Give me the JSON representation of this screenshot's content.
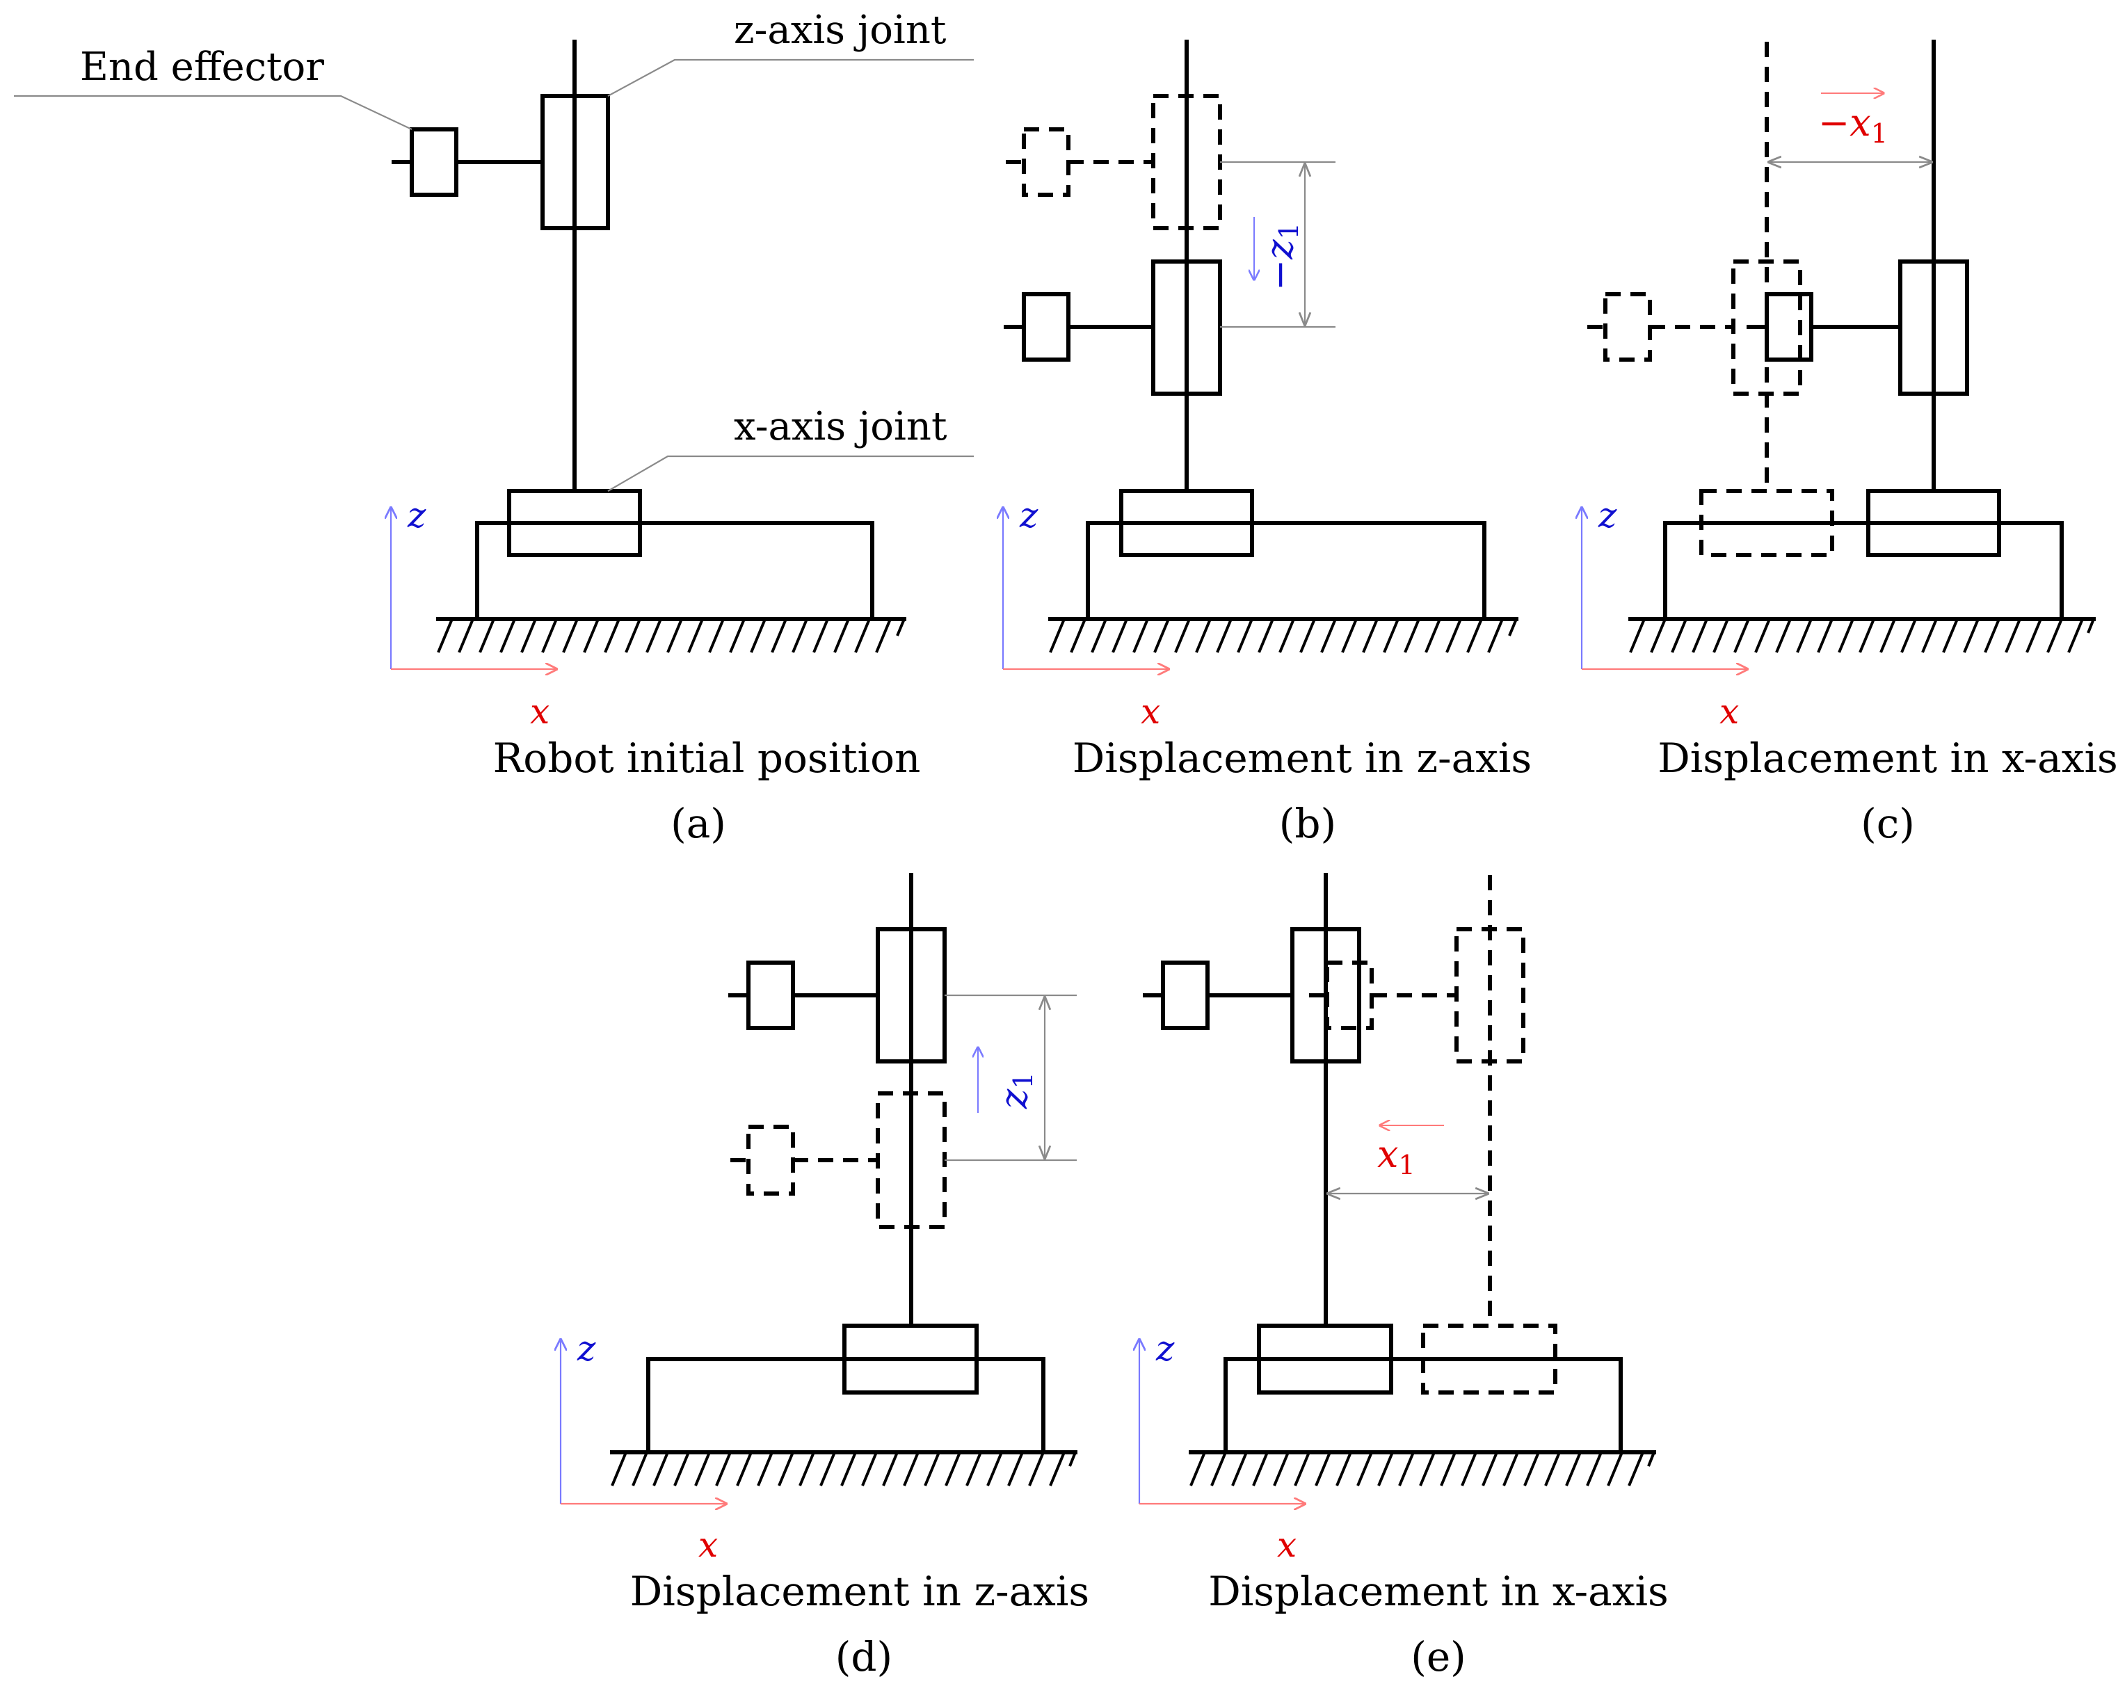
{
  "colors": {
    "x_axis": "#ff7a7a",
    "z_axis": "#7a7aff",
    "x_label": "#e00000",
    "z_label": "#1010d0",
    "dimension": "#8a8a8a"
  },
  "axis_labels": {
    "x": "x",
    "z": "z"
  },
  "annotations": {
    "end_effector": "End effector",
    "z_axis_joint": "z-axis joint",
    "x_axis_joint": "x-axis joint"
  },
  "panels": [
    {
      "id": "a",
      "caption": "Robot initial position",
      "tag": "(a)"
    },
    {
      "id": "b",
      "caption": "Displacement in z-axis",
      "tag": "(b)",
      "displacement": {
        "sign": "−",
        "var": "z",
        "sub": "1"
      }
    },
    {
      "id": "c",
      "caption": "Displacement in x-axis",
      "tag": "(c)",
      "displacement": {
        "sign": "−",
        "var": "x",
        "sub": "1"
      }
    },
    {
      "id": "d",
      "caption": "Displacement in z-axis",
      "tag": "(d)",
      "displacement": {
        "sign": "",
        "var": "z",
        "sub": "1"
      }
    },
    {
      "id": "e",
      "caption": "Displacement in x-axis",
      "tag": "(e)",
      "displacement": {
        "sign": "",
        "var": "x",
        "sub": "1"
      }
    }
  ]
}
